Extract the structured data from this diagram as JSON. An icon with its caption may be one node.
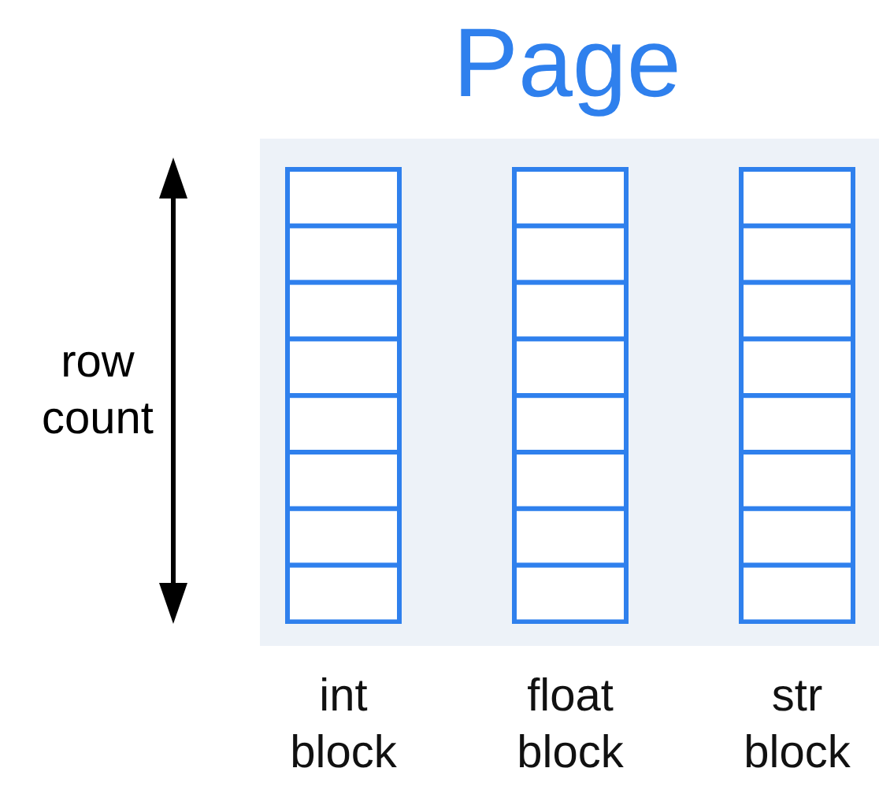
{
  "diagram": {
    "nodes": [
      {
        "text": [
          "Page"
        ]
      },
      {
        "text": [
          "int block"
        ]
      },
      {
        "text": [
          "float block"
        ]
      },
      {
        "text": [
          "str block"
        ]
      }
    ],
    "labels": [
      "row count"
    ]
  }
}
